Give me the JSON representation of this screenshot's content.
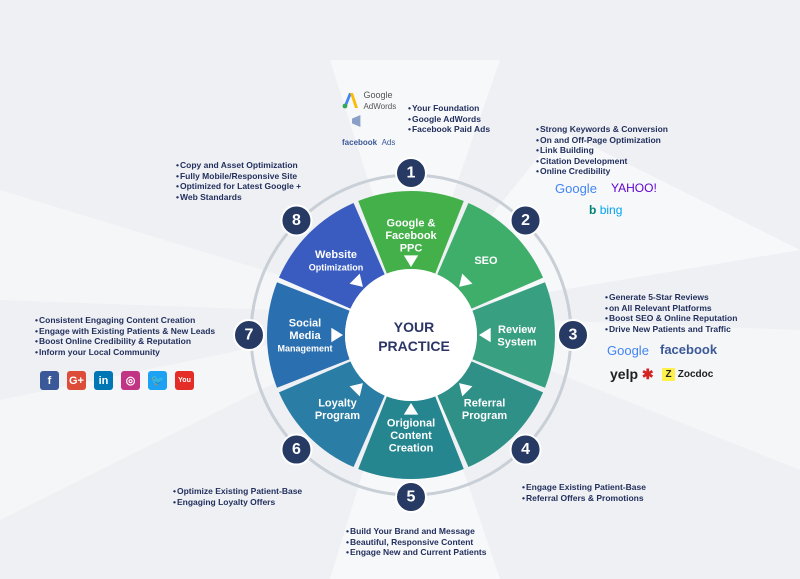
{
  "center": {
    "line1": "YOUR",
    "line2": "PRACTICE"
  },
  "segments": [
    {
      "id": "ppc",
      "lines": [
        "Google &",
        "Facebook",
        "PPC"
      ]
    },
    {
      "id": "seo",
      "lines": [
        "SEO"
      ]
    },
    {
      "id": "review",
      "lines": [
        "Review",
        "System"
      ]
    },
    {
      "id": "referral",
      "lines": [
        "Referral",
        "Program"
      ]
    },
    {
      "id": "content",
      "lines": [
        "Origional",
        "Content",
        "Creation"
      ]
    },
    {
      "id": "loyalty",
      "lines": [
        "Loyalty",
        "Program"
      ]
    },
    {
      "id": "social",
      "lines": [
        "Social",
        "Media",
        "Management"
      ]
    },
    {
      "id": "website",
      "lines": [
        "Website",
        "Optimization"
      ]
    }
  ],
  "numbers": [
    "1",
    "2",
    "3",
    "4",
    "5",
    "6",
    "7",
    "8"
  ],
  "notes": {
    "n1": [
      "Your Foundation",
      "Google AdWords",
      "Facebook Paid Ads"
    ],
    "n2": [
      "Strong Keywords & Conversion",
      "On and Off-Page Optimization",
      "Link Building",
      "Citation Development",
      "Online Credibility"
    ],
    "n3": [
      "Generate 5-Star Reviews",
      "on All Relevant Platforms",
      "Boost SEO & Online Reputation",
      "Drive New Patients and Traffic"
    ],
    "n4": [
      "Engage Existing Patient-Base",
      "Referral Offers & Promotions"
    ],
    "n5": [
      "Build Your Brand and Message",
      "Beautiful, Responsive Content",
      "Engage New and Current Patients"
    ],
    "n6": [
      "Optimize Existing Patient-Base",
      "Engaging Loyalty Offers"
    ],
    "n7": [
      "Consistent Engaging Content Creation",
      "Engage with Existing Patients & New Leads",
      "Boost Online Credibility & Reputation",
      "Inform your Local Community"
    ],
    "n8": [
      "Copy and Asset Optimization",
      "Fully Mobile/Responsive Site",
      "Optimized for Latest Google +",
      "Web Standards"
    ]
  },
  "logos": {
    "google_adwords": {
      "brand": "Google",
      "product": "AdWords"
    },
    "facebook_ads": {
      "brand": "facebook",
      "product": "Ads"
    },
    "google": "Google",
    "yahoo": "YAHOO!",
    "bing": "bing",
    "google2": "Google",
    "facebook": "facebook",
    "yelp": "yelp",
    "zocdoc": "Zocdoc"
  },
  "social_icons": [
    {
      "name": "facebook-icon",
      "glyph": "f",
      "color": "#3b5998"
    },
    {
      "name": "google-plus-icon",
      "glyph": "G+",
      "color": "#dd4b39"
    },
    {
      "name": "linkedin-icon",
      "glyph": "in",
      "color": "#0077b5"
    },
    {
      "name": "instagram-icon",
      "glyph": "◎",
      "color": "#c13584"
    },
    {
      "name": "twitter-icon",
      "glyph": "🐦",
      "color": "#1da1f2"
    },
    {
      "name": "youtube-icon",
      "glyph": "You",
      "color": "#e52d27"
    }
  ],
  "colors": {
    "ppc": "#43b04a",
    "seo": "#3fae6a",
    "review": "#38a080",
    "referral": "#2f9088",
    "content": "#268690",
    "loyalty": "#2a7ea5",
    "social": "#2a6fb0",
    "website": "#3a5cc0",
    "num_circle": "#263a64",
    "rim": "#c9cfd6"
  }
}
